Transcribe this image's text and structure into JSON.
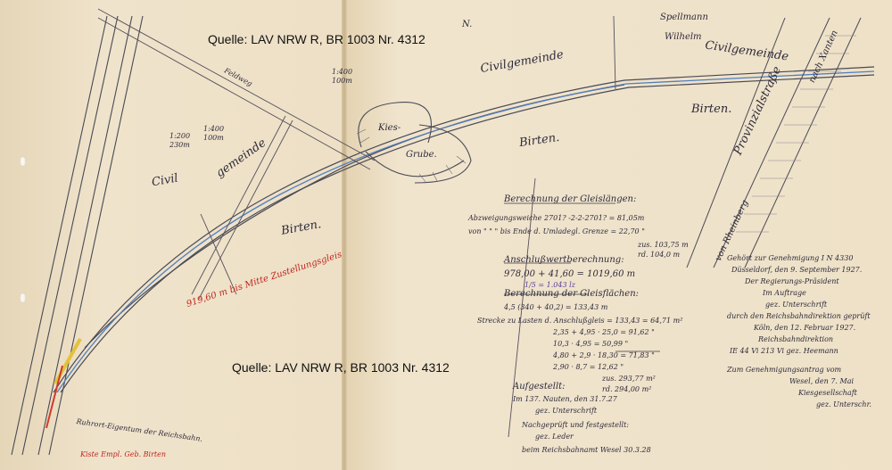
{
  "watermarks": {
    "top": "Quelle: LAV NRW R, BR 1003 Nr. 4312",
    "bottom": "Quelle: LAV NRW R, BR 1003 Nr. 4312"
  },
  "map_labels": {
    "north": "N.",
    "civilgemeinde_top": "Civilgemeinde",
    "civilgemeinde_top_right": "Civilgemeinde",
    "birten_right": "Birten.",
    "birten_mid": "Birten.",
    "civil_left": "Civil",
    "gemeinde_left": "gemeinde",
    "birten_left": "Birten.",
    "kies": "Kies-",
    "grube": "Grube.",
    "spellmann": "Spellmann",
    "wilhelm": "Wilhelm",
    "provinzialstrasse": "Provinzialstraße",
    "von_rheinberg": "von Rheinberg",
    "nach_xanten": "nach Xanten",
    "feldweg": "Feldweg",
    "scale_top_1": "1:400",
    "scale_top_2": "100m",
    "scale_left_1": "1:200",
    "scale_left_2": "230m",
    "scale_left_3": "1:400",
    "scale_left_4": "100m",
    "red_note": "919,60 m bis Mitte Zustellungsgleis",
    "bahn_eigentum": "Ruhrort-Eigentum der Reichsbahn.",
    "kiste": "Kiste Empl. Geb. Birten"
  },
  "calc": {
    "title1": "Berechnung der Gleislängen:",
    "line1": "Abzweigungsweiche 2701? -2-2-2701?   =  81,05m",
    "line1b": "von   \"   \"   \"   bis Ende d. Umladegl. Grenze  = 22,70 \"",
    "line1c": "zus.  103,75 m",
    "line1d": "rd.   104,0 m",
    "title2": "Anschlußwertberechnung:",
    "line2": "978,00 + 41,60 = 1019,60 m",
    "line2b": "1/5 = 1.043 lz",
    "title3": "Berechnung der Gleisflächen:",
    "line3": "4,5 (340 + 40,2) = 133,43 m",
    "line4": "Strecke zu Lasten d. Anschlußgleis = 133,43 = 64,71 m²",
    "line5": "2,35 + 4,95 · 25,0 = 91,62 \"",
    "line6": "10,3 · 4,95 = 50,99 \"",
    "line7": "4,80 + 2,9 · 18,30 = 71,83 \"",
    "line8": "2,90 · 8,7 = 12,62 \"",
    "line9": "zus.  293,77 m²",
    "line10": "rd.   294,00 m²",
    "sig1": "Aufgestellt:",
    "sig2": "Im 137. Nauten, den 31.7.27",
    "sig3": "gez. Unterschrift",
    "sig4": "Nachgeprüft und festgestellt:",
    "sig5": "gez. Leder",
    "sig6": "beim Reichsbahnamt Wesel 30.3.28"
  },
  "approval": {
    "l1": "Gehört zur Genehmigung I N 4330",
    "l2": "Düsseldorf, den 9. September 1927.",
    "l3": "Der Regierungs-Präsident",
    "l4": "Im Auftrage",
    "l5": "gez. Unterschrift",
    "l6": "durch den Reichsbahndirektion geprüft",
    "l7": "Köln, den 12. Februar 1927.",
    "l8": "Reichsbahndirektion",
    "l9": "IE 44 Vi 213 Vi    gez. Heemann",
    "l10": "Zum Genehmigungsantrag vom",
    "l11": "Wesel, den 7. Mai",
    "l12": "Kiesgesellschaft",
    "l13": "gez. Unterschr."
  }
}
